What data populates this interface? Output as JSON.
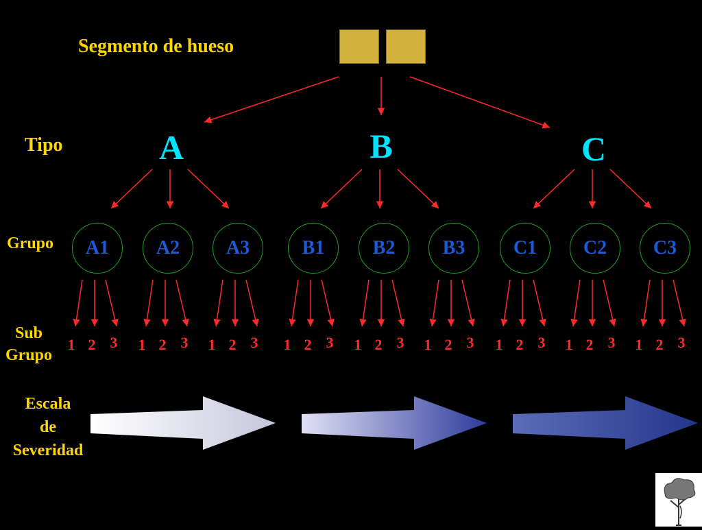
{
  "labels": {
    "segment": "Segmento de hueso",
    "type": "Tipo",
    "group": "Grupo",
    "subgroup_1": "Sub",
    "subgroup_2": "Grupo",
    "scale_1": "Escala",
    "scale_2": "de",
    "scale_3": "Severidad"
  },
  "types": [
    "A",
    "B",
    "C"
  ],
  "groups": [
    "A1",
    "A2",
    "A3",
    "B1",
    "B2",
    "B3",
    "C1",
    "C2",
    "C3"
  ],
  "subgroups": [
    "1",
    "2",
    "3"
  ],
  "colors": {
    "label": "#FFD700",
    "type": "#00E5FF",
    "group_text": "#1C5AD8",
    "group_circle": "#1FA51F",
    "arrows": "#FF2A2A",
    "bone": "#D4B13C",
    "background": "#000000"
  },
  "severity_arrows": [
    {
      "from": "#FFFFFF",
      "to": "#C6C6DC"
    },
    {
      "from": "#E0E0F6",
      "to": "#2E3C9C"
    },
    {
      "from": "#5C6CB8",
      "to": "#24368C"
    }
  ]
}
